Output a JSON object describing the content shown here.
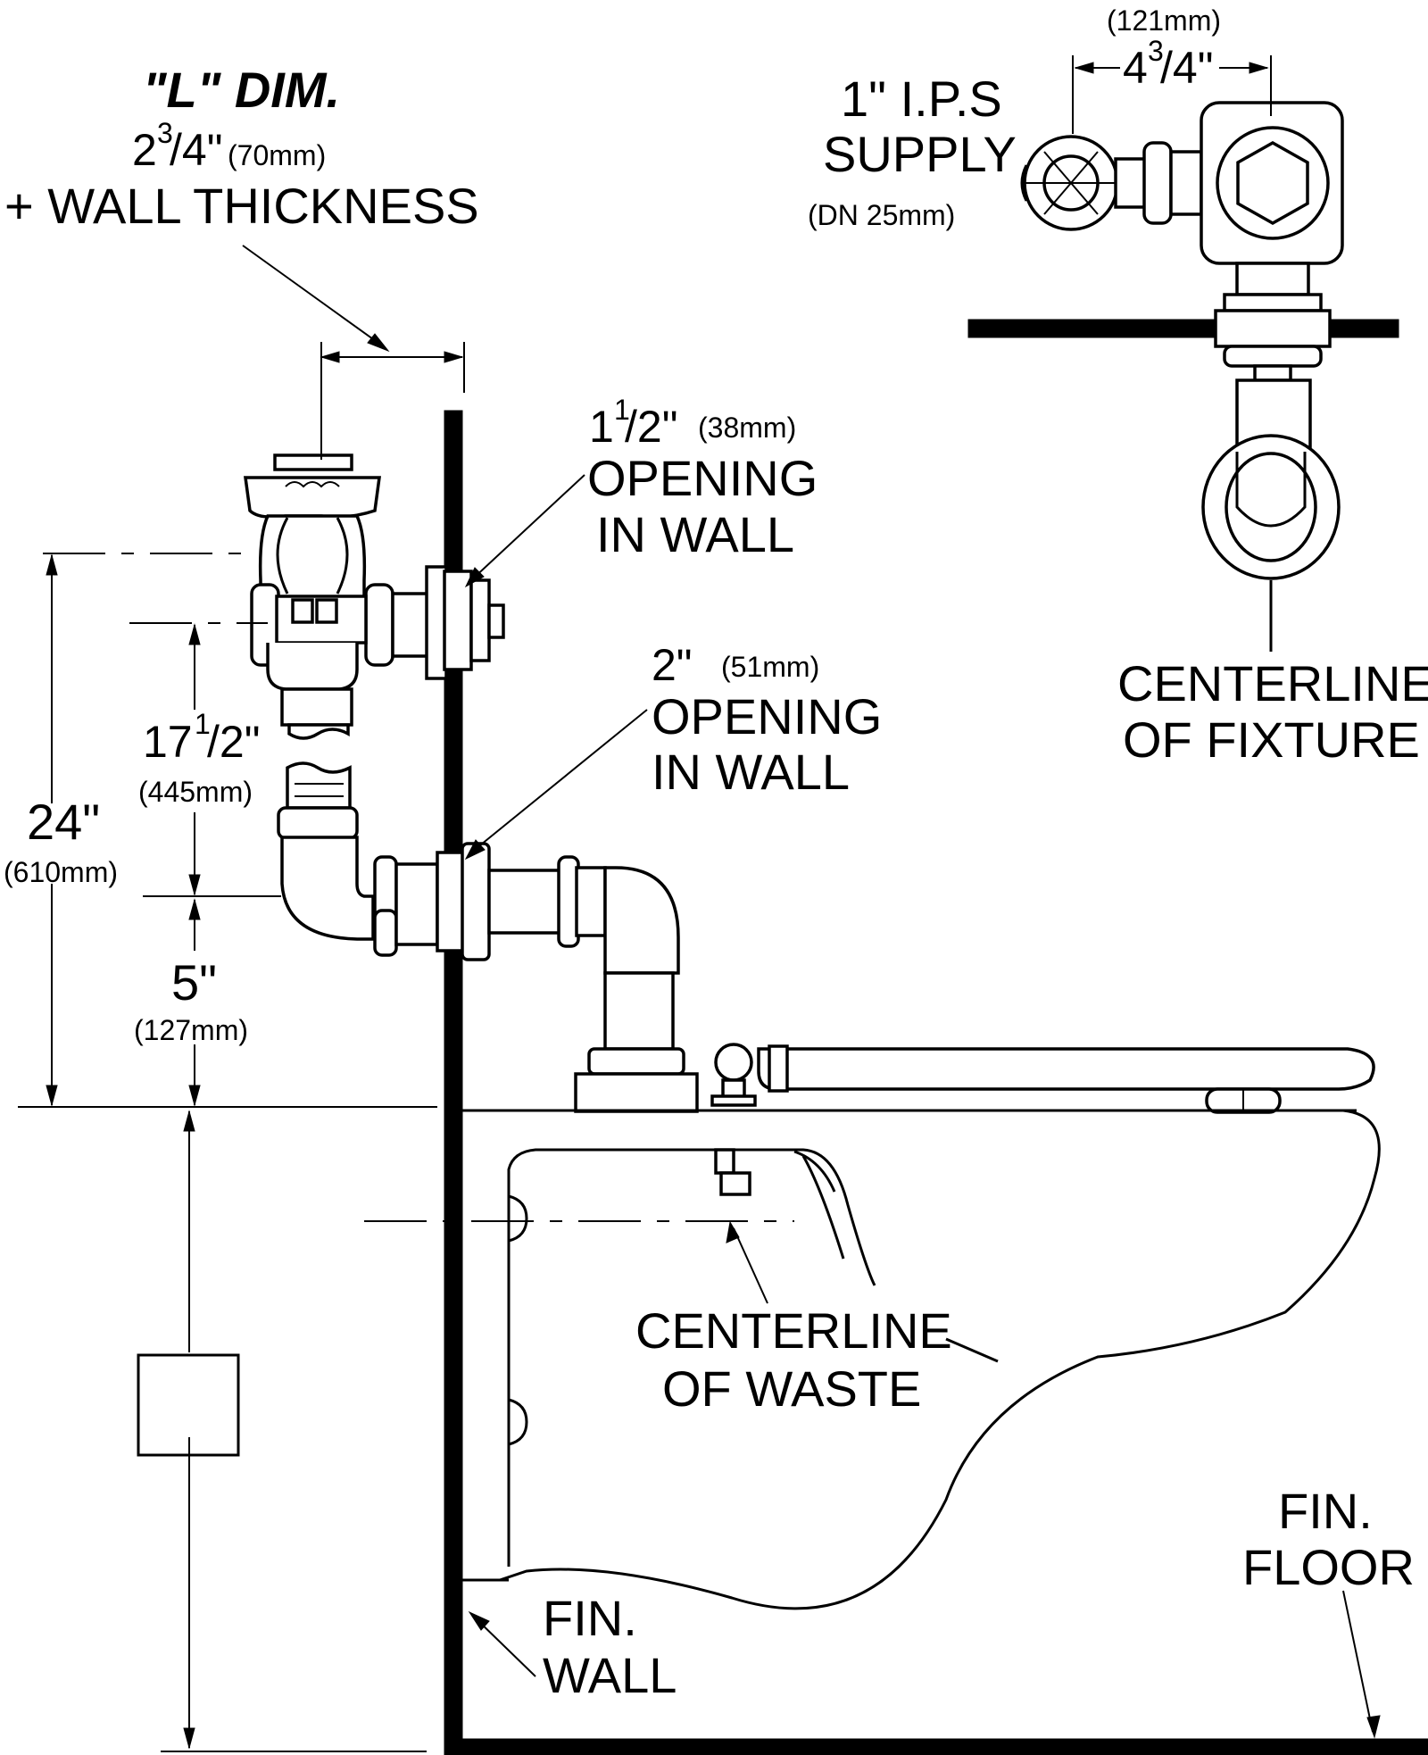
{
  "labels": {
    "l_dim_title": "\"L\" DIM.",
    "l_dim_whole": "2",
    "l_dim_num": "3",
    "l_dim_den": "/4\"",
    "l_dim_mm": "(70mm)",
    "wall_thickness": "+ WALL THICKNESS",
    "supply_mm_top": "(121mm)",
    "supply_dim_whole": "4",
    "supply_dim_num": "3",
    "supply_dim_den": "/4\"",
    "supply_line1": "1\" I.P.S",
    "supply_line2": "SUPPLY",
    "supply_mm": "(DN 25mm)",
    "opening1_whole": "1",
    "opening1_num": "1",
    "opening1_den": "/2\"",
    "opening1_mm": "(38mm)",
    "opening1_line2": "OPENING",
    "opening1_line3": "IN WALL",
    "opening2_inch": "2\"",
    "opening2_mm": "(51mm)",
    "opening2_line2": "OPENING",
    "opening2_line3": "IN WALL",
    "dim_17_whole": "17",
    "dim_17_num": "1",
    "dim_17_den": "/2\"",
    "dim_17_mm": "(445mm)",
    "dim_24": "24\"",
    "dim_24_mm": "(610mm)",
    "dim_5": "5\"",
    "dim_5_mm": "(127mm)",
    "centerline_fixture_1": "CENTERLINE",
    "centerline_fixture_2": "OF FIXTURE",
    "centerline_waste_1": "CENTERLINE",
    "centerline_waste_2": "OF WASTE",
    "fin_wall_1": "FIN.",
    "fin_wall_2": "WALL",
    "fin_floor_1": "FIN.",
    "fin_floor_2": "FLOOR"
  }
}
